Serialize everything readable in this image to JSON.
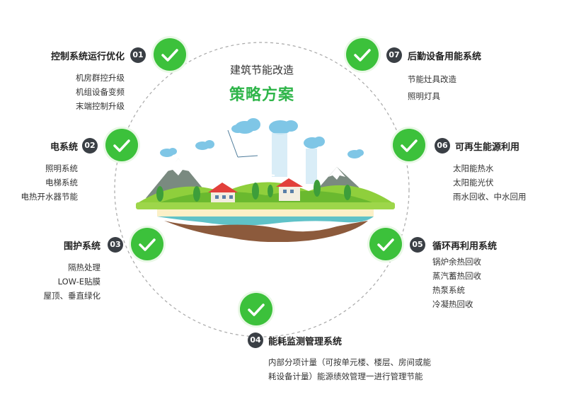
{
  "center": {
    "heading": "建筑节能改造",
    "subheading": "策略方案"
  },
  "items": [
    {
      "num": "01",
      "title": "控制系统运行优化",
      "subs": [
        "机房群控升级",
        "机组设备变频",
        "末端控制升级"
      ]
    },
    {
      "num": "02",
      "title": "电系统",
      "subs": [
        "照明系统",
        "电梯系统",
        "电热开水器节能"
      ]
    },
    {
      "num": "03",
      "title": "围护系统",
      "subs": [
        "隔热处理",
        "LOW-E贴膜",
        "屋顶、垂直绿化"
      ]
    },
    {
      "num": "04",
      "title": "能耗监测管理系统",
      "subs": [
        "内部分项计量（可按单元楼、楼层、房间或能",
        "耗设备计量）能源绩效管理一进行管理节能"
      ]
    },
    {
      "num": "05",
      "title": "循环再利用系统",
      "subs": [
        "锅炉余热回收",
        "蒸汽蓄热回收",
        "热泵系统",
        "冷凝热回收"
      ]
    },
    {
      "num": "06",
      "title": "可再生能源利用",
      "subs": [
        "太阳能热水",
        "太阳能光伏",
        "雨水回收、中水回用"
      ]
    },
    {
      "num": "07",
      "title": "后勤设备用能系统",
      "subs": [
        "节能灶具改造",
        "照明灯具"
      ]
    }
  ],
  "icons": {
    "check": "check-icon",
    "island": "eco-island-illustration"
  },
  "colors": {
    "accent_green": "#3cc13b",
    "title_green": "#2fb54a",
    "badge_dark": "#3a3f45",
    "ring": "#9a9a9a"
  }
}
